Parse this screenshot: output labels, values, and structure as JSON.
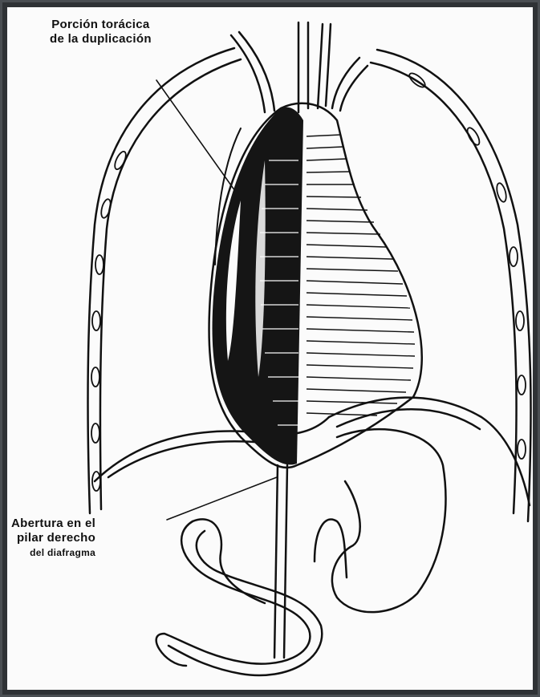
{
  "labels": {
    "top_line1": "Porción torácica",
    "top_line2": "de la duplicación",
    "bottom_line1": "Abertura en el",
    "bottom_line2": "pilar derecho",
    "bottom_line3": "del diafragma"
  },
  "colors": {
    "background": "#2f3235",
    "paper": "#fbfbfb",
    "ink": "#111111"
  }
}
